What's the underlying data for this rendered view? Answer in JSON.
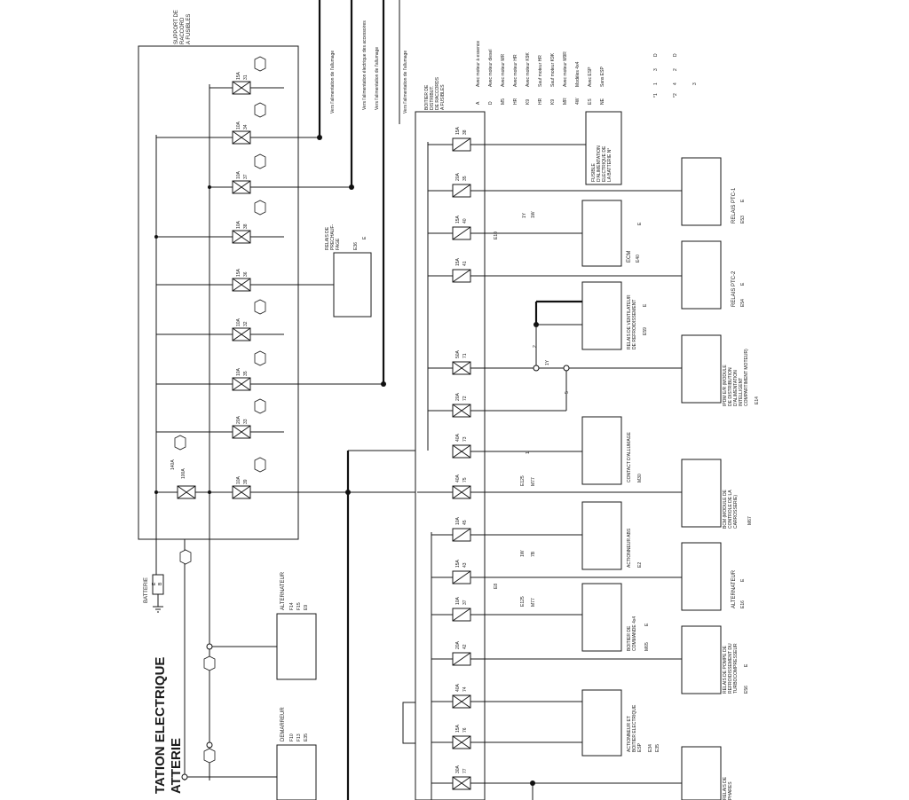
{
  "title": {
    "line1": "TATION ELECTRIQUE",
    "line2": "ATTERIE"
  },
  "components": {
    "battery": "BATTERIE",
    "fuse_holder": [
      "SUPPORT DE",
      "RACCORD",
      "A FUSIBLES"
    ],
    "ipdm_box": [
      "BOITIER DE",
      "DISTRIBUT.",
      "DE RACCORDS",
      "A FUSIBLES"
    ],
    "alternator_top": "ALTERNATEUR",
    "starter": "DEMARREUR",
    "preheat_relay": [
      "RELAIS DE",
      "PRECHAUF-",
      "FAGE"
    ],
    "battery_fusible_link": [
      "FUSIBLE",
      "D'ALIMENTATION",
      "ELECTRIQUE DE",
      "LA BATTERIE N°"
    ],
    "ptc_relay_1": "RELAIS PTC-1",
    "ptc_relay_2": "RELAIS PTC-2",
    "ecm": "ECM",
    "heater_relay": [
      "RELAIS DE VENTILATEUR",
      "DE REFROIDISSEMENT"
    ],
    "ipdm_er": [
      "IPDM E/R (MODULE",
      "DE DISTRIBUTION",
      "D'ALIMENTATION",
      "INTELLIGENT",
      "COMPARTIMENT MOTEUR)"
    ],
    "ignition_switch": "CONTACT D'ALLUMAGE",
    "bcm": [
      "BCM (MODULE DE",
      "CONTROLE DE LA",
      "CARROSSERIE)"
    ],
    "abs_actuator": "ACTIONNEUR ABS",
    "alternator_right": "ALTERNATEUR",
    "awd_control": [
      "BOITIER DE",
      "COMMANDE 4x4"
    ],
    "turbo_pump_relay": [
      "RELAIS DE POMPE DE",
      "REFROIDISSEMENT DU",
      "TURBOCOMPRESSEUR"
    ],
    "esp_actuator": [
      "ACTIONNEUR ET",
      "BOITIER ELECTRIQUE",
      "ESP"
    ],
    "right_bottom": [
      "RELAIS DE",
      "PHARES"
    ]
  },
  "destinations": [
    "Vers l'alimentation de l'allumage",
    "Vers l'alimentation électrique des accessoires",
    "Vers l'alimentation de l'allumage",
    "Vers l'alimentation de l'allumage"
  ],
  "legend": {
    "items": [
      {
        "code": "A",
        "text": "Avec moteur à essence"
      },
      {
        "code": "D",
        "text": "Avec moteur diesel"
      },
      {
        "code": "M5",
        "text": "Avec moteur MR"
      },
      {
        "code": "HR",
        "text": "Avec moteur HR"
      },
      {
        "code": "K9",
        "text": "Avec moteur K9K"
      },
      {
        "code": "HR",
        "text": "Sauf moteur HR"
      },
      {
        "code": "K9",
        "text": "Sauf moteur K9K"
      },
      {
        "code": "MR",
        "text": "Avec moteur M9R"
      },
      {
        "code": "4W",
        "text": "Modèles 4x4"
      },
      {
        "code": "ES",
        "text": "Avec ESP"
      },
      {
        "code": "NE",
        "text": "Sans ESP"
      }
    ],
    "notes": [
      {
        "mark": "*1",
        "codes": [
          "1",
          "3",
          "D"
        ]
      },
      {
        "mark": "*2",
        "codes": [
          "4",
          "2",
          "D"
        ]
      },
      {
        "mark": "",
        "codes": [
          "3"
        ]
      }
    ]
  },
  "fuses_upper": [
    "15A",
    "10A",
    "10A",
    "10A",
    "15A",
    "10A",
    "10A",
    "20A",
    "10A"
  ],
  "fuses_upper_pins": [
    "31",
    "34",
    "37",
    "38",
    "36",
    "32",
    "35",
    "33",
    "39"
  ],
  "main_fuse": {
    "rating": "140A",
    "alt": "100A"
  },
  "fuses_ipdm": [
    "15A",
    "20A",
    "15A",
    "15A",
    "50A",
    "20A",
    "40A",
    "40A",
    "10A",
    "15A",
    "10A",
    "20A",
    "40A",
    "15A",
    "30A"
  ],
  "fuses_ipdm_pins": [
    "38",
    "35",
    "40",
    "41",
    "71",
    "72",
    "73",
    "75",
    "45",
    "43",
    "37",
    "42",
    "74",
    "76",
    "77"
  ],
  "connectors": {
    "battery": [
      "E",
      "B"
    ],
    "alt_top": [
      "F14",
      "F15",
      "E9"
    ],
    "starter": [
      "F10",
      "F13",
      "E35"
    ],
    "preheat": [
      "E36",
      "E"
    ],
    "ptc1": [
      "E53",
      "E"
    ],
    "ptc2": [
      "E54",
      "E"
    ],
    "ecm": [
      "E40",
      "E"
    ],
    "heater": [
      "E59",
      "E"
    ],
    "ipdm_er": [
      "E14"
    ],
    "ign": [
      "M30"
    ],
    "bcm": [
      "M67"
    ],
    "abs": [
      "E2"
    ],
    "alt_r": [
      "E16",
      "E"
    ],
    "awd": [
      "M65",
      "E"
    ],
    "turbo": [
      "E56",
      "E"
    ],
    "esp": [
      "E34",
      "E35"
    ],
    "wire_tags": [
      "1Y",
      "1W",
      "2",
      "1Y",
      "5",
      "1",
      "E125",
      "M77",
      "1W",
      "7B",
      "E125",
      "M77",
      "E10",
      "E8"
    ]
  }
}
